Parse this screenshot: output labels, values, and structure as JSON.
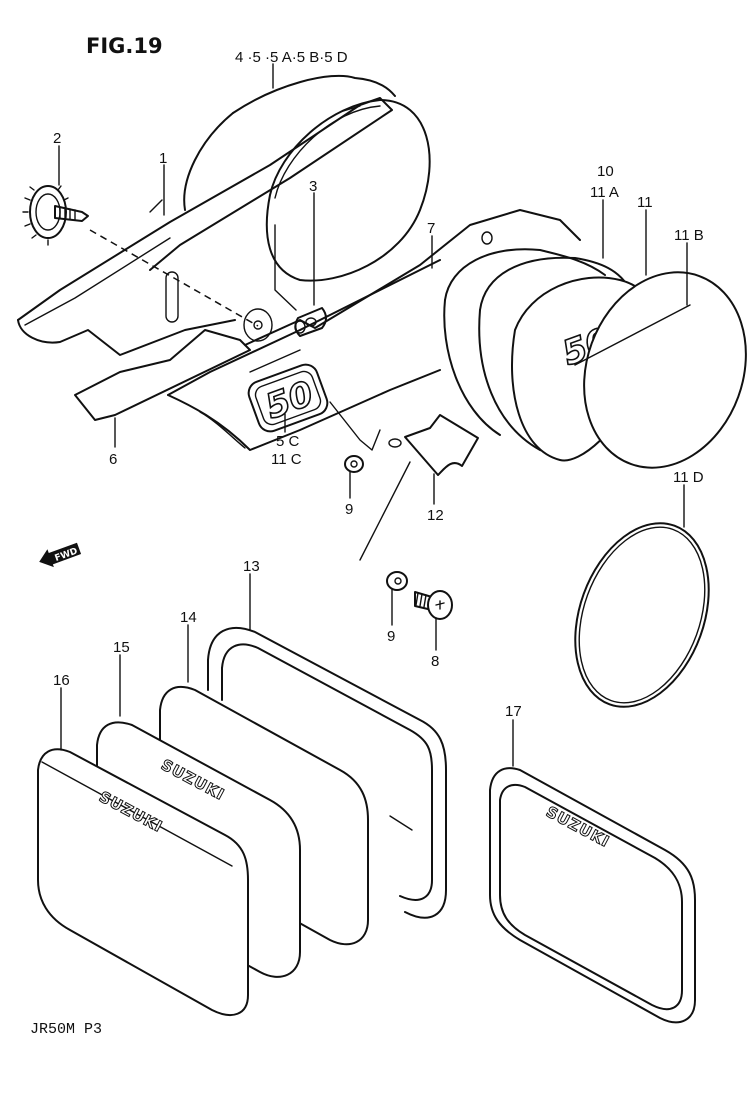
{
  "figure": {
    "title": "FIG.19",
    "footer_code": "JR50M P3",
    "direction_badge": "FWD",
    "direction_icon": "left-arrow-icon"
  },
  "decals": {
    "brand_text": "SUZUKI",
    "model_number": "50"
  },
  "callouts": [
    {
      "id": "c-4-5",
      "text": "4 ·5 ·5 A·5 B·5 D",
      "part": "air-cleaner-case"
    },
    {
      "id": "c-2",
      "text": "2",
      "part": "knob-bolt"
    },
    {
      "id": "c-1",
      "text": "1",
      "part": "frame-cover"
    },
    {
      "id": "c-3",
      "text": "3",
      "part": "cushion"
    },
    {
      "id": "c-10",
      "text": "10",
      "part": "headlight-housing"
    },
    {
      "id": "c-11a",
      "text": "11 A",
      "part": "headlight-housing"
    },
    {
      "id": "c-7",
      "text": "7",
      "part": "frame-cover-right"
    },
    {
      "id": "c-11",
      "text": "11",
      "part": "number-plate-cover"
    },
    {
      "id": "c-11b",
      "text": "11 B",
      "part": "number-plate-lens"
    },
    {
      "id": "c-6",
      "text": "6",
      "part": "side-cover"
    },
    {
      "id": "c-5c",
      "text": "5 C",
      "part": "emblem-50"
    },
    {
      "id": "c-11c",
      "text": "11 C",
      "part": "emblem-50"
    },
    {
      "id": "c-9a",
      "text": "9",
      "part": "washer"
    },
    {
      "id": "c-12",
      "text": "12",
      "part": "bracket"
    },
    {
      "id": "c-11d",
      "text": "11 D",
      "part": "gasket-ring"
    },
    {
      "id": "c-13",
      "text": "13",
      "part": "plate-frame"
    },
    {
      "id": "c-9b",
      "text": "9",
      "part": "washer"
    },
    {
      "id": "c-8",
      "text": "8",
      "part": "screw"
    },
    {
      "id": "c-14",
      "text": "14",
      "part": "plate-inner"
    },
    {
      "id": "c-15",
      "text": "15",
      "part": "plate-sticker"
    },
    {
      "id": "c-16",
      "text": "16",
      "part": "plate-cover"
    },
    {
      "id": "c-17",
      "text": "17",
      "part": "plate-frame-decal"
    }
  ]
}
